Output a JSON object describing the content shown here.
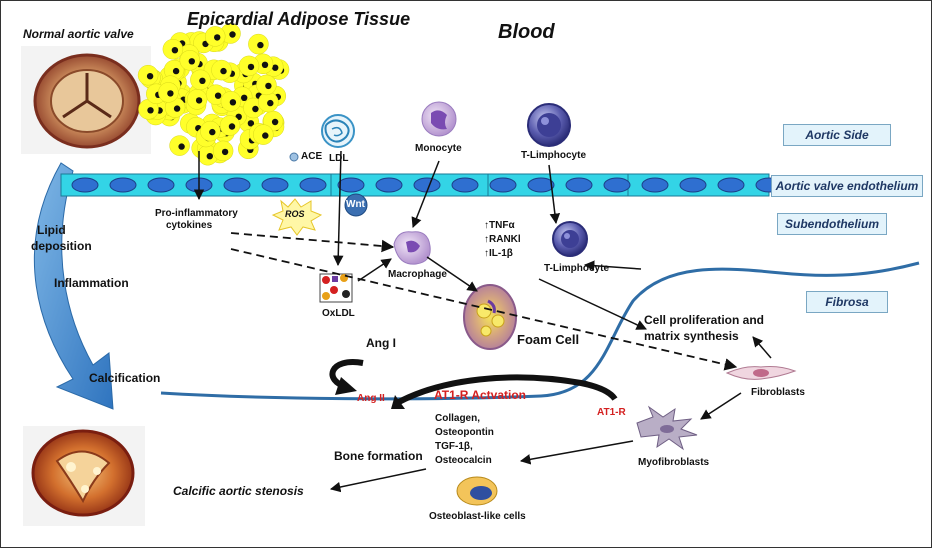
{
  "labels": {
    "normal_valve": "Normal aortic valve",
    "eat_title": "Epicardial Adipose Tissue",
    "blood": "Blood",
    "ace": "ACE",
    "ldl": "LDL",
    "monocyte": "Monocyte",
    "t_lymph_top": "T-Limphocyte",
    "wnt": "Wnt",
    "ros": "ROS",
    "proinflammatory": "Pro-inflammatory",
    "cytokines": "cytokines",
    "lipid": "Lipid",
    "deposition": "deposition",
    "inflammation": "Inflammation",
    "macrophage": "Macrophage",
    "oxldl": "OxLDL",
    "tnf": "↑TNFα",
    "rankl": "↑RANKl",
    "il1b": "↑IL-1β",
    "t_lymph_low": "T-Limphocyte",
    "foam_cell": "Foam Cell",
    "cell_prolif_1": "Cell proliferation and",
    "cell_prolif_2": "matrix synthesis",
    "ang1": "Ang I",
    "ang2": "Ang II",
    "at1r_activation": "AT1-R  Actvation",
    "at1r": "AT1-R",
    "calcification": "Calcification",
    "fibroblasts": "Fibroblasts",
    "collagen": "Collagen,",
    "osteopontin": "Osteopontin",
    "tgf": "TGF-1β,",
    "osteocalcin": "Osteocalcin",
    "bone_formation": "Bone formation",
    "myofibroblasts": "Myofibroblasts",
    "calcific_stenosis": "Calcific aortic stenosis",
    "osteoblast": "Osteoblast-like cells"
  },
  "layer_boxes": {
    "aortic_side": "Aortic Side",
    "endothelium": "Aortic valve endothelium",
    "subendothelium": "Subendothelium",
    "fibrosa": "Fibrosa"
  },
  "colors": {
    "endothelium_fill": "#33d4e6",
    "endothelium_cell": "#2f6fd0",
    "adipocyte": "#ffff2a",
    "big_arrow": "#3a86cc",
    "red_label": "#d42020",
    "fibrosa_curve": "#2f6da6"
  }
}
